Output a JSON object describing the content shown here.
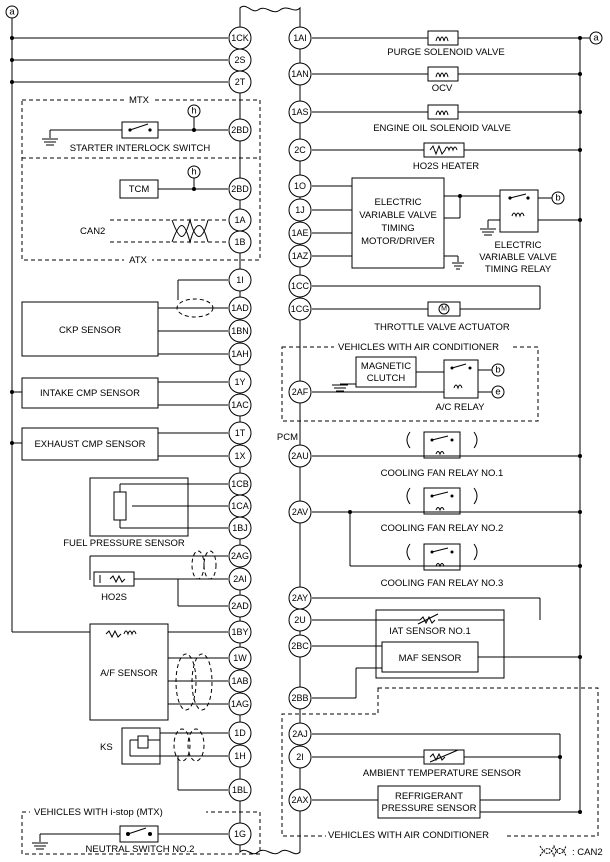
{
  "labels": {
    "pcm": "PCM",
    "ref_a": "a",
    "ref_b": "b",
    "ref_e": "e",
    "ref_h": "h",
    "mtx": "MTX",
    "atx": "ATX",
    "starter_interlock": "STARTER INTERLOCK SWITCH",
    "tcm": "TCM",
    "can2": "CAN2",
    "ckp": "CKP SENSOR",
    "intake_cmp": "INTAKE CMP SENSOR",
    "exhaust_cmp": "EXHAUST CMP SENSOR",
    "fuel_pressure": "FUEL PRESSURE SENSOR",
    "ho2s": "HO2S",
    "af_sensor": "A/F SENSOR",
    "ks": "KS",
    "istop_group": "VEHICLES WITH i-stop (MTX)",
    "neutral_switch": "NEUTRAL SWITCH NO.2",
    "purge": "PURGE SOLENOID VALVE",
    "ocv": "OCV",
    "engine_oil": "ENGINE OIL SOLENOID VALVE",
    "ho2s_heater": "HO2S HEATER",
    "evvt_line1": "ELECTRIC",
    "evvt_line2": "VARIABLE VALVE",
    "evvt_line3": "TIMING",
    "evvt_line4": "MOTOR/DRIVER",
    "evvt_relay1": "ELECTRIC",
    "evvt_relay2": "VARIABLE VALVE",
    "evvt_relay3": "TIMING RELAY",
    "throttle": "THROTTLE VALVE ACTUATOR",
    "ac_group": "VEHICLES WITH AIR CONDITIONER",
    "mag_clutch1": "MAGNETIC",
    "mag_clutch2": "CLUTCH",
    "ac_relay": "A/C RELAY",
    "fan1": "COOLING FAN RELAY NO.1",
    "fan2": "COOLING FAN RELAY NO.2",
    "fan3": "COOLING FAN RELAY NO.3",
    "iat": "IAT SENSOR NO.1",
    "maf": "MAF SENSOR",
    "ambient": "AMBIENT TEMPERATURE SENSOR",
    "refrig1": "REFRIGERANT",
    "refrig2": "PRESSURE SENSOR",
    "ac_group2": "VEHICLES WITH AIR CONDITIONER",
    "legend_can2": ": CAN2",
    "motor_m": "M"
  },
  "pins_left": [
    "1CK",
    "2S",
    "2T",
    "2BD",
    "2BD",
    "1A",
    "1B",
    "1I",
    "1AD",
    "1BN",
    "1AH",
    "1Y",
    "1AC",
    "1T",
    "1X",
    "1CB",
    "1CA",
    "1BJ",
    "2AG",
    "2AI",
    "2AD",
    "1BY",
    "1W",
    "1AB",
    "1AG",
    "1D",
    "1H",
    "1BL",
    "1G"
  ],
  "pins_right": [
    "1AI",
    "1AN",
    "1AS",
    "2C",
    "1O",
    "1J",
    "1AE",
    "1AZ",
    "1CC",
    "1CG",
    "2AF",
    "2AU",
    "2AV",
    "2AY",
    "2U",
    "2BC",
    "2BB",
    "2AJ",
    "2I",
    "2AX"
  ],
  "icons": [
    "ground-icon",
    "solenoid-coil-icon",
    "heater-resistor-icon",
    "relay-icon",
    "motor-icon",
    "twisted-pair-icon",
    "switch-icon",
    "thermistor-icon",
    "knock-sensor-icon"
  ]
}
